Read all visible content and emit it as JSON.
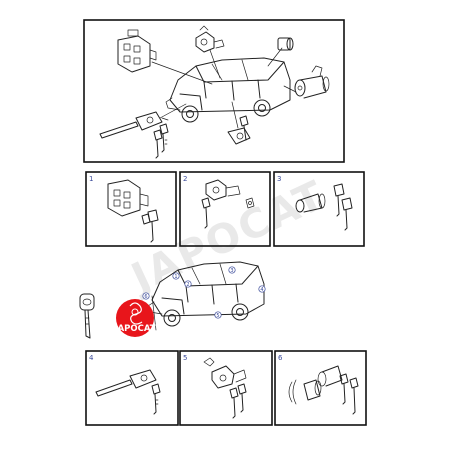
{
  "watermark": "JAPOCAT",
  "logo": {
    "text": "JAPOCAT",
    "color": "#e8151b"
  },
  "colors": {
    "line": "#222222",
    "number": "#3a4a9a",
    "frame": "#111111"
  },
  "panels": [
    {
      "number": "1"
    },
    {
      "number": "2"
    },
    {
      "number": "3"
    },
    {
      "number": "4"
    },
    {
      "number": "5"
    },
    {
      "number": "6"
    }
  ],
  "callouts": [
    "1",
    "2",
    "3",
    "4",
    "5",
    "6"
  ]
}
